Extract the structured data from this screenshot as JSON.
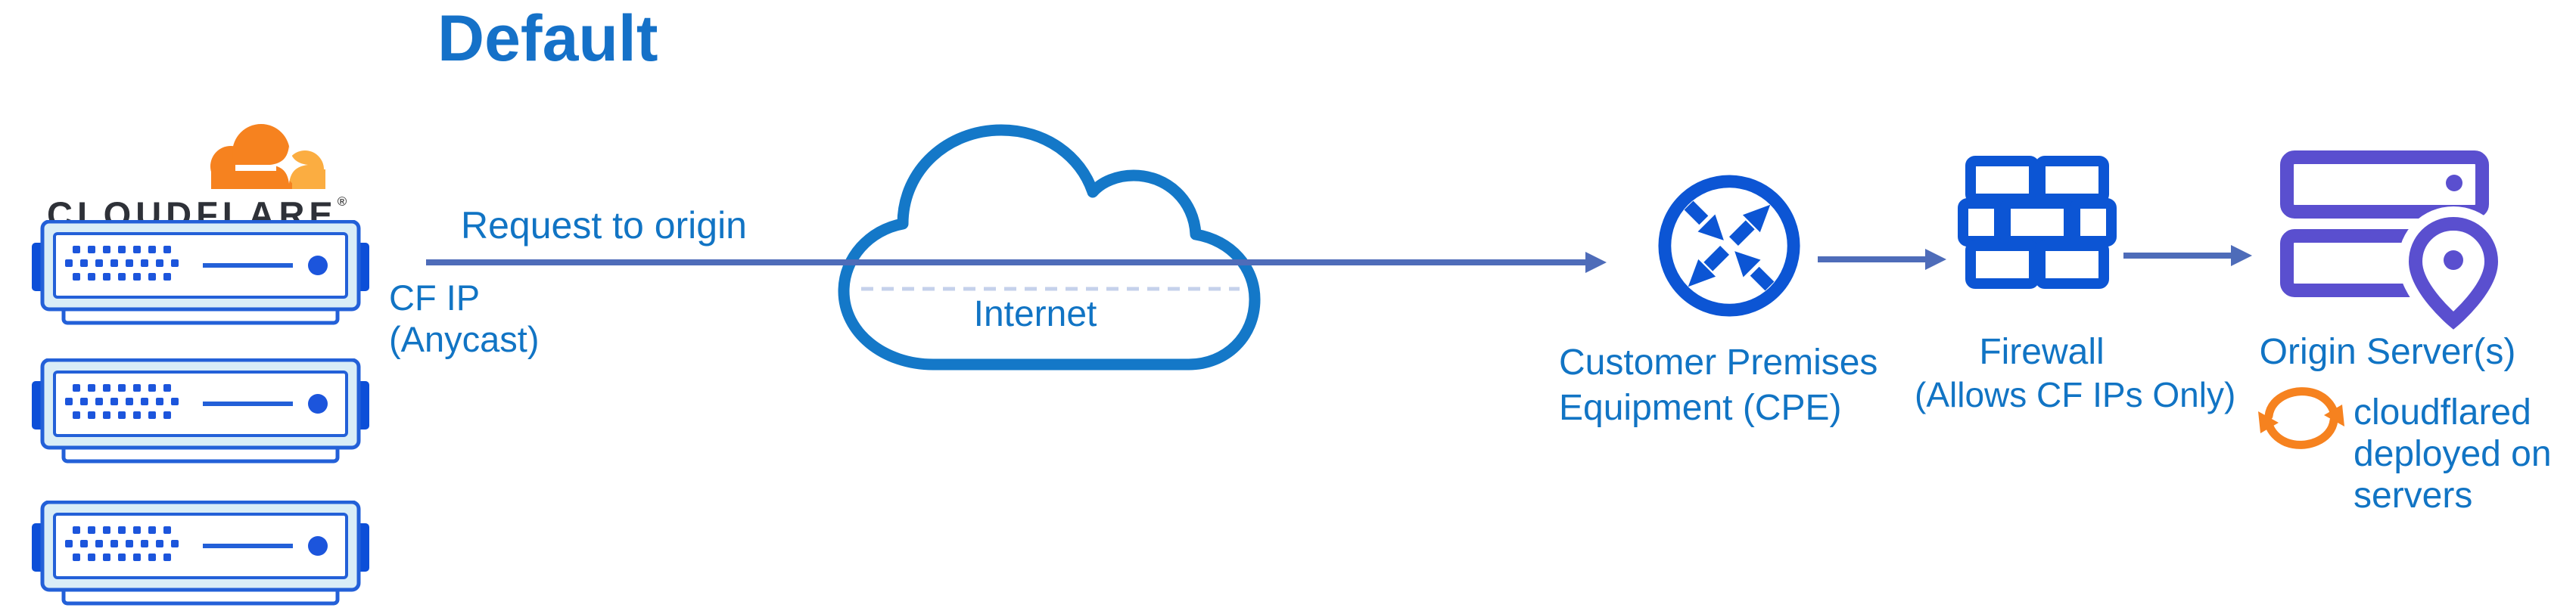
{
  "title": "Default",
  "cloudflare_node": {
    "wordmark": "CLOUDFLARE",
    "registered_mark": "®"
  },
  "request_label": "Request to origin",
  "cf_ip_label": {
    "line1": "CF IP",
    "line2": "(Anycast)"
  },
  "internet_label": "Internet",
  "cpe_label": {
    "line1": "Customer Premises",
    "line2": "Equipment (CPE)"
  },
  "firewall_label": {
    "line1": "Firewall",
    "line2": "(Allows CF IPs Only)"
  },
  "origin_label": "Origin Server(s)",
  "cloudflared_note": {
    "line1": "cloudflared",
    "line2": "deployed on",
    "line3": "servers"
  },
  "colors": {
    "title_blue": "#1571C8",
    "label_blue": "#1174C4",
    "icon_blue": "#0C55D4",
    "cloud_stroke_blue": "#1478C8",
    "arrow_slate": "#4E6CB9",
    "cloudflare_orange": "#F6821F",
    "cloudflare_orange_light": "#FBAD41",
    "origin_purple": "#5A4FCF",
    "rack_fill": "#D9EDF7",
    "rack_border": "#2360D8",
    "rack_dot_blue": "#1C55DC"
  }
}
